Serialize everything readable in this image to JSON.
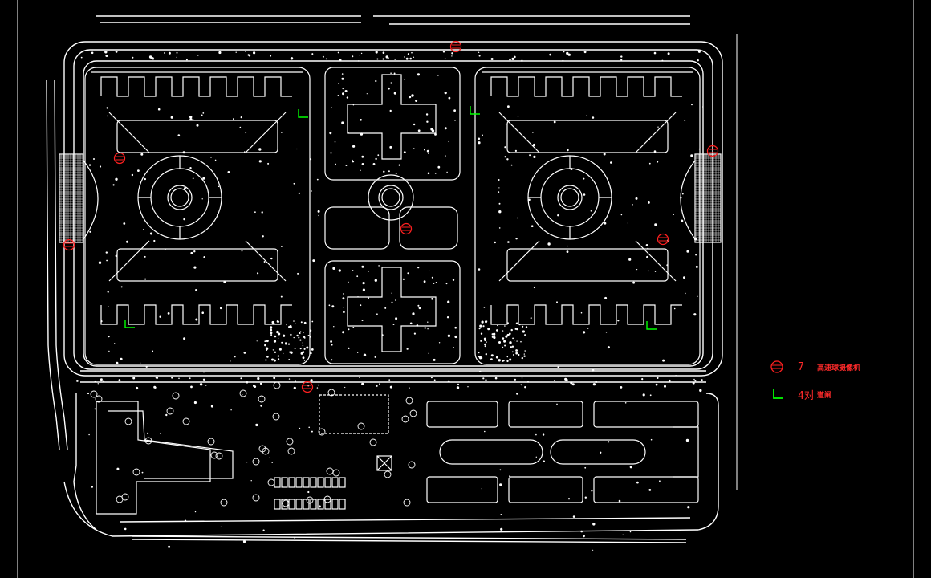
{
  "colors": {
    "background": "#000000",
    "linework": "#ffffff",
    "camera_symbol": "#ff2020",
    "barrier_symbol": "#00ff00"
  },
  "legend": [
    {
      "icon": "speed-dome-camera-icon",
      "count": "7",
      "label": "高速球摄像机"
    },
    {
      "icon": "barrier-gate-icon",
      "count": "4对",
      "label": "道闸"
    }
  ],
  "symbols": {
    "cameras": [
      {
        "id": "camera-top-center"
      },
      {
        "id": "camera-left-upper"
      },
      {
        "id": "camera-left-lower"
      },
      {
        "id": "camera-plaza-center"
      },
      {
        "id": "camera-right-upper"
      },
      {
        "id": "camera-right-lower"
      },
      {
        "id": "camera-south-road"
      }
    ],
    "barriers": [
      {
        "id": "barrier-nw"
      },
      {
        "id": "barrier-ne"
      },
      {
        "id": "barrier-sw"
      },
      {
        "id": "barrier-se"
      }
    ]
  }
}
